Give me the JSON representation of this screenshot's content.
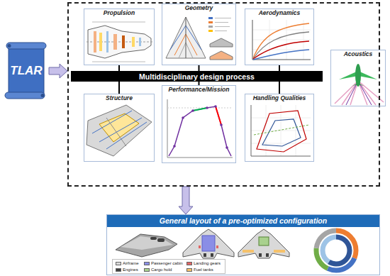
{
  "diagram": {
    "nodes": [
      {
        "text": [
          "TLAR"
        ]
      },
      {
        "text": []
      },
      {
        "text": [
          "Propulsion"
        ],
        "in": 1
      },
      {
        "text": [
          "Geometry"
        ],
        "in": 1
      },
      {
        "text": [
          "Aerodynamics"
        ],
        "in": 1
      },
      {
        "text": [
          "Multidisciplinary design process"
        ],
        "in": 1
      },
      {
        "text": [
          "Acoustics"
        ],
        "in": 1
      },
      {
        "text": [
          "Structure"
        ],
        "in": 1
      },
      {
        "text": [
          "Performance/Mission"
        ],
        "in": 1
      },
      {
        "text": [
          "Handling Qualities"
        ],
        "in": 1
      },
      {
        "text": [
          "General layout of a pre-optimized configuration"
        ]
      }
    ],
    "edges": [
      {
        "from": 0,
        "to": 1,
        "arrow": "to"
      },
      {
        "from": 2,
        "to": 5,
        "arrow": "none"
      },
      {
        "from": 3,
        "to": 5,
        "arrow": "none"
      },
      {
        "from": 4,
        "to": 5,
        "arrow": "none"
      },
      {
        "from": 5,
        "to": 7,
        "arrow": "none"
      },
      {
        "from": 5,
        "to": 8,
        "arrow": "none"
      },
      {
        "from": 5,
        "to": 9,
        "arrow": "none"
      },
      {
        "from": 1,
        "to": 10,
        "arrow": "to"
      }
    ],
    "legend": [
      {
        "text": "Airframe",
        "color": "#d9d9d9"
      },
      {
        "text": "Passenger cabin",
        "color": "#8a8ee6"
      },
      {
        "text": "Landing gears",
        "color": "#e06666"
      },
      {
        "text": "Engines",
        "color": "#404040"
      },
      {
        "text": "Cargo hold",
        "color": "#a9d18e"
      },
      {
        "text": "Fuel tanks",
        "color": "#f6c26b"
      }
    ]
  }
}
